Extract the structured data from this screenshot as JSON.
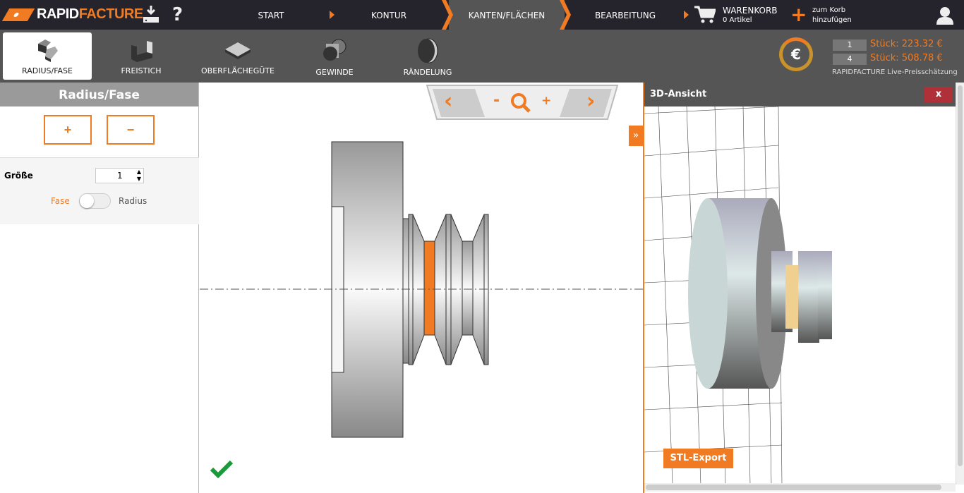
{
  "brand": {
    "part1": "RAPID",
    "part2": "FACTURE"
  },
  "nav": {
    "steps": [
      "START",
      "KONTUR",
      "KANTEN/FLÄCHEN",
      "BEARBEITUNG"
    ],
    "active": "KANTEN/FLÄCHEN"
  },
  "cart": {
    "title": "WARENKORB",
    "count": "0 Artikel",
    "add_line1": "zum Korb",
    "add_line2": "hinzufügen"
  },
  "help": "?",
  "tools": [
    "RADIUS/FASE",
    "FREISTICH",
    "OBERFLÄCHEGÜTE",
    "GEWINDE",
    "RÄNDELUNG"
  ],
  "pricing": {
    "currency_symbol": "€",
    "rows": [
      {
        "qty": "1",
        "price": "Stück: 223.32 €"
      },
      {
        "qty": "4",
        "price": "Stück: 508.78 €"
      }
    ],
    "caption": "RAPIDFACTURE Live-Preisschätzung"
  },
  "panel": {
    "title": "Radius/Fase",
    "plus": "+",
    "minus": "−",
    "size_label": "Größe",
    "size_value": "1",
    "toggle_left": "Fase",
    "toggle_right": "Radius"
  },
  "viewer": {
    "zoom_minus": "-",
    "zoom_plus": "+",
    "collapse": "»"
  },
  "view3d": {
    "title": "3D-Ansicht",
    "close": "x",
    "export": "STL-Export"
  },
  "colors": {
    "accent": "#f07b22",
    "topbar": "#25242d",
    "toolbar": "#555555"
  }
}
